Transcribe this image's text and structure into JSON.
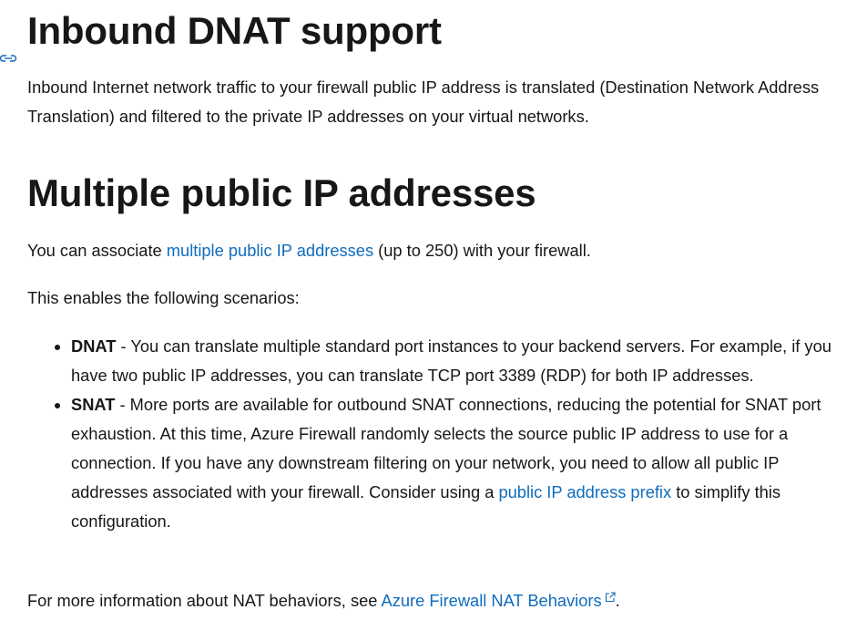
{
  "section1": {
    "title": "Inbound DNAT support",
    "body": "Inbound Internet network traffic to your firewall public IP address is translated (Destination Network Address Translation) and filtered to the private IP addresses on your virtual networks."
  },
  "section2": {
    "title": "Multiple public IP addresses",
    "intro_before": "You can associate ",
    "intro_link": "multiple public IP addresses",
    "intro_after": " (up to 250) with your firewall.",
    "scenarios_lead": "This enables the following scenarios:",
    "bullets": [
      {
        "term": "DNAT",
        "text": " - You can translate multiple standard port instances to your backend servers. For example, if you have two public IP addresses, you can translate TCP port 3389 (RDP) for both IP addresses."
      },
      {
        "term": "SNAT",
        "text": " - More ports are available for outbound SNAT connections, reducing the potential for SNAT port exhaustion. At this time, Azure Firewall randomly selects the source public IP address to use for a connection. If you have any downstream filtering on your network, you need to allow all public IP addresses associated with your firewall. Consider using a ",
        "link": "public IP address prefix",
        "after": " to simplify this configuration."
      }
    ],
    "more_before": "For more information about NAT behaviors, see ",
    "more_link": "Azure Firewall NAT Behaviors",
    "more_after": "."
  }
}
